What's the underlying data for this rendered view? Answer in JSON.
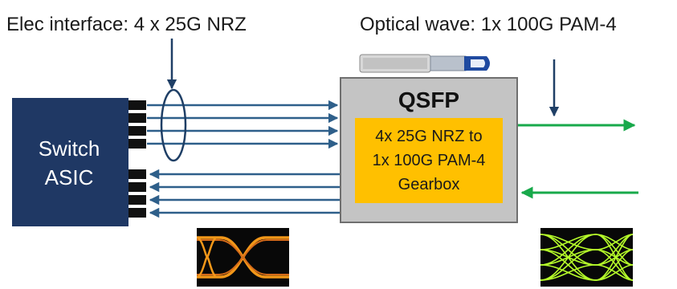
{
  "labels": {
    "elec_interface": "Elec interface: 4 x 25G NRZ",
    "optical_wave": "Optical wave: 1x 100G PAM-4"
  },
  "switch": {
    "line1": "Switch",
    "line2": "ASIC"
  },
  "qsfp": {
    "title": "QSFP",
    "gearbox_line1": "4x 25G NRZ to",
    "gearbox_line2": "1x 100G PAM-4",
    "gearbox_line3": "Gearbox"
  },
  "colors": {
    "asic": "#1f3864",
    "lane_arrow": "#2e5f8a",
    "optical_arrow": "#18a94b",
    "qsfp_body": "#c4c4c4",
    "gearbox": "#ffc000",
    "eye_nrz": "#ff9f1a",
    "eye_pam4": "#b7ff2a"
  },
  "icons": {
    "qsfp_module": "qsfp-module-icon",
    "eye_nrz": "nrz-eye-diagram-icon",
    "eye_pam4": "pam4-eye-diagram-icon"
  }
}
